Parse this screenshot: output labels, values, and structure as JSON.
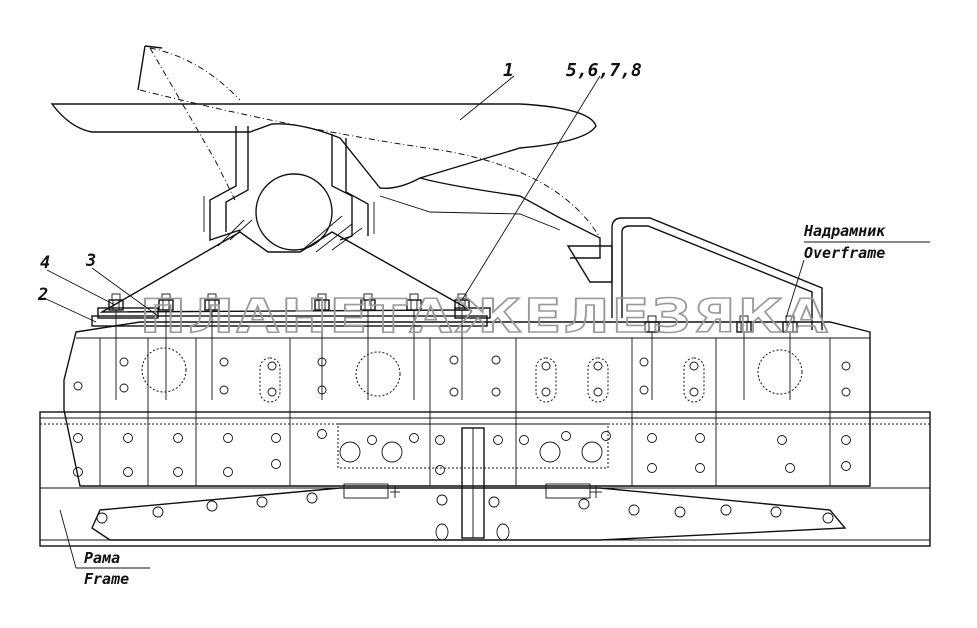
{
  "labels": {
    "item_1": "1",
    "item_5678": "5,6,7,8",
    "item_4": "4",
    "item_3": "3",
    "item_2": "2"
  },
  "overframe": {
    "ru": "Надрамник",
    "en": "Overframe"
  },
  "frame": {
    "ru": "Рама",
    "en": "Frame"
  },
  "watermark": "ПЛАНЕТАЖЕЛЕЗЯКА"
}
